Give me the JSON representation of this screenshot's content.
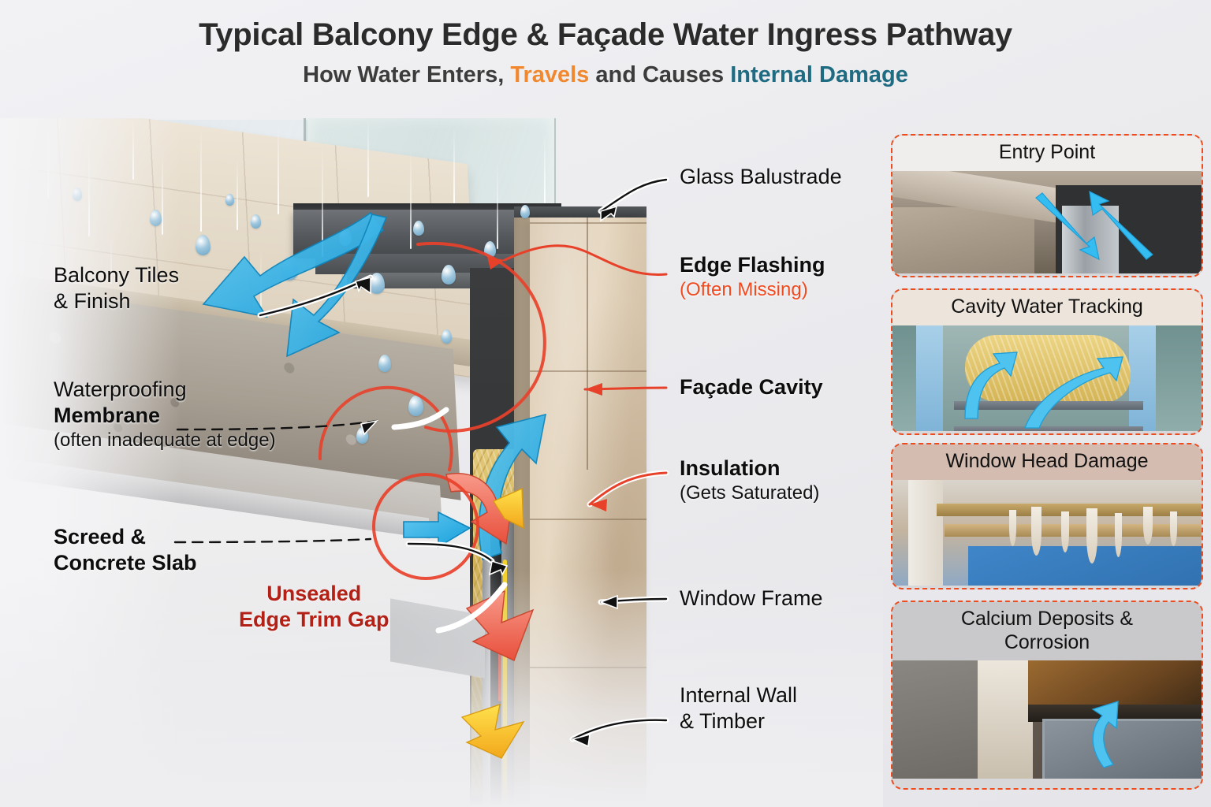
{
  "header": {
    "title": "Typical Balcony Edge & Façade Water Ingress Pathway",
    "subtitle_part1": "How Water Enters, ",
    "subtitle_travels": "Travels",
    "subtitle_part2": " and Causes ",
    "subtitle_damage": "Internal Damage"
  },
  "labels": {
    "balcony_tiles_line1": "Balcony Tiles",
    "balcony_tiles_line2": "& Finish",
    "waterproofing_line1": "Waterproofing",
    "waterproofing_line2": "Membrane",
    "waterproofing_note": "(often inadequate at edge)",
    "screed_line1": "Screed &",
    "screed_line2": "Concrete Slab",
    "unsealed_line1": "Unsealed",
    "unsealed_line2": "Edge Trim Gap",
    "glass_balustrade": "Glass Balustrade",
    "edge_flashing": "Edge Flashing",
    "edge_flashing_note": "(Often Missing)",
    "facade_cavity": "Façade Cavity",
    "insulation": "Insulation",
    "insulation_note": "(Gets Saturated)",
    "window_frame": "Window Frame",
    "internal_wall_line1": "Internal Wall",
    "internal_wall_line2": "& Timber"
  },
  "panels": [
    {
      "caption": "Entry Point"
    },
    {
      "caption": "Cavity Water Tracking"
    },
    {
      "caption": "Window Head Damage"
    },
    {
      "caption_line1": "Calcium Deposits &",
      "caption_line2": "Corrosion"
    }
  ],
  "colors": {
    "accent_orange": "#f04a20",
    "dashed_border": "#ee4b1e",
    "dark_red": "#b22016",
    "teal": "#1e6b82",
    "subtitle_orange": "#f0882f",
    "water_blue": "#29a8e0",
    "salmon_arrow": "#f2796a",
    "yellow_arrow": "#f5c518",
    "background": "#ededf0"
  }
}
